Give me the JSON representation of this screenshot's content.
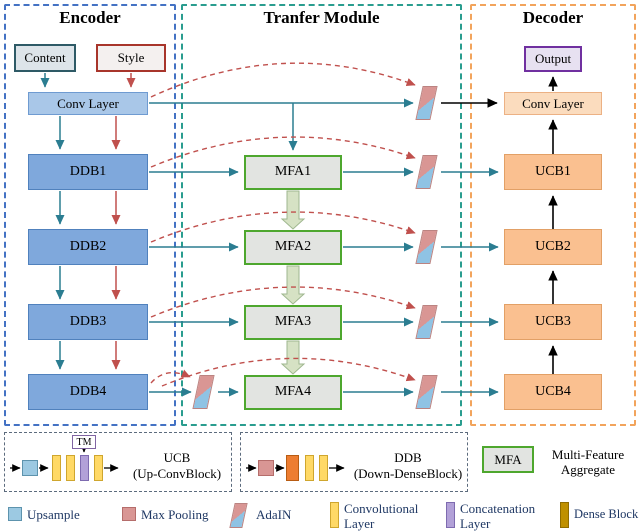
{
  "sections": {
    "encoder_title": "Encoder",
    "transfer_title": "Tranfer Module",
    "decoder_title": "Decoder"
  },
  "encoder": {
    "content": "Content",
    "style": "Style",
    "conv": "Conv Layer",
    "blocks": [
      "DDB1",
      "DDB2",
      "DDB3",
      "DDB4"
    ]
  },
  "transfer": {
    "blocks": [
      "MFA1",
      "MFA2",
      "MFA3",
      "MFA4"
    ]
  },
  "decoder": {
    "output": "Output",
    "conv": "Conv Layer",
    "blocks": [
      "UCB1",
      "UCB2",
      "UCB3",
      "UCB4"
    ]
  },
  "legend": {
    "ucb": {
      "tm": "TM",
      "line1": "UCB",
      "line2": "(Up-ConvBlock)"
    },
    "ddb": {
      "line1": "DDB",
      "line2": "(Down-DenseBlock)"
    },
    "mfa": {
      "box": "MFA",
      "line1": "Multi-Feature",
      "line2": "Aggregate"
    },
    "keys": {
      "upsample": "Upsample",
      "max_pooling": "Max Pooling",
      "adain": "AdaIN",
      "conv_line1": "Convolutional",
      "conv_line2": "Layer",
      "concat_line1": "Concatenation",
      "concat_line2": "Layer",
      "dense": "Dense Block"
    }
  },
  "colors": {
    "encoder_border": "#4472c4",
    "transfer_border": "#2a9d8f",
    "decoder_border": "#f2a45c",
    "ddb_fill": "#7fa8dc",
    "ucb_fill": "#fac090",
    "mfa_border": "#4ea72e",
    "content_arrow": "#2b7d91",
    "style_arrow": "#c0504d",
    "conv_layer_yellow": "#ffd966",
    "concat_purple": "#b2a1d8",
    "dense_gold": "#bf9000",
    "pool_pink": "#d99694",
    "upsample_blue": "#9cc9e2",
    "output_border": "#7030a0"
  }
}
